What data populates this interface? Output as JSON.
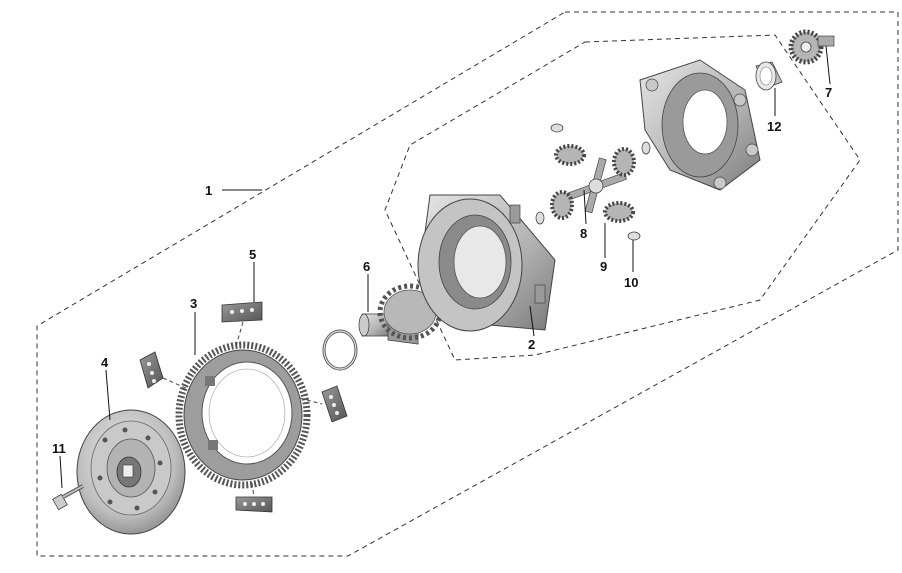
{
  "callouts": {
    "c1": "1",
    "c2": "2",
    "c3": "3",
    "c4": "4",
    "c5": "5",
    "c6": "6",
    "c7": "7",
    "c8": "8",
    "c9": "9",
    "c10": "10",
    "c11": "11",
    "c12": "12"
  },
  "colors": {
    "metal_light": "#d9d9d9",
    "metal_mid": "#a8a8a8",
    "metal_dark": "#6e6e6e",
    "outline": "#333333"
  }
}
